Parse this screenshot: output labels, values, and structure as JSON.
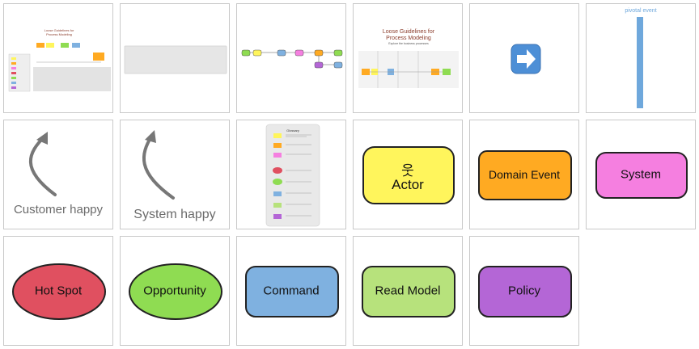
{
  "tiles": [
    {
      "name": "Process modeling template thumbnail"
    },
    {
      "name": "Grey note"
    },
    {
      "name": "Process flow row"
    },
    {
      "name": "Loose Guidelines for Process Modeling board",
      "title_line1": "Loose Guidelines for",
      "title_line2": "Process Modeling",
      "subtitle": "Explore the business processes"
    },
    {
      "name": "Arrow button icon"
    },
    {
      "name": "Pivotal event divider",
      "label": "pivotal event"
    },
    {
      "name": "Customer happy",
      "label": "Customer happy"
    },
    {
      "name": "System happy",
      "label": "System happy"
    },
    {
      "name": "Glossary",
      "label": "Glossary"
    },
    {
      "name": "Actor",
      "label": "Actor",
      "glyph": "웃"
    },
    {
      "name": "Domain Event",
      "label": "Domain Event"
    },
    {
      "name": "System",
      "label": "System"
    },
    {
      "name": "Hot Spot",
      "label": "Hot Spot"
    },
    {
      "name": "Opportunity",
      "label": "Opportunity"
    },
    {
      "name": "Command",
      "label": "Command"
    },
    {
      "name": "Read Model",
      "label": "Read Model"
    },
    {
      "name": "Policy",
      "label": "Policy"
    }
  ],
  "colors": {
    "actor": "#fff55c",
    "domain_event": "#ffaa22",
    "system": "#f57fe0",
    "hot_spot": "#e05060",
    "opportunity": "#8fdc52",
    "command": "#7fb1e0",
    "read_model": "#b7e27c",
    "policy": "#b466d6",
    "pivotal_blue": "#6fa8dc",
    "arrow_icon_bg": "#4d8fd6"
  }
}
